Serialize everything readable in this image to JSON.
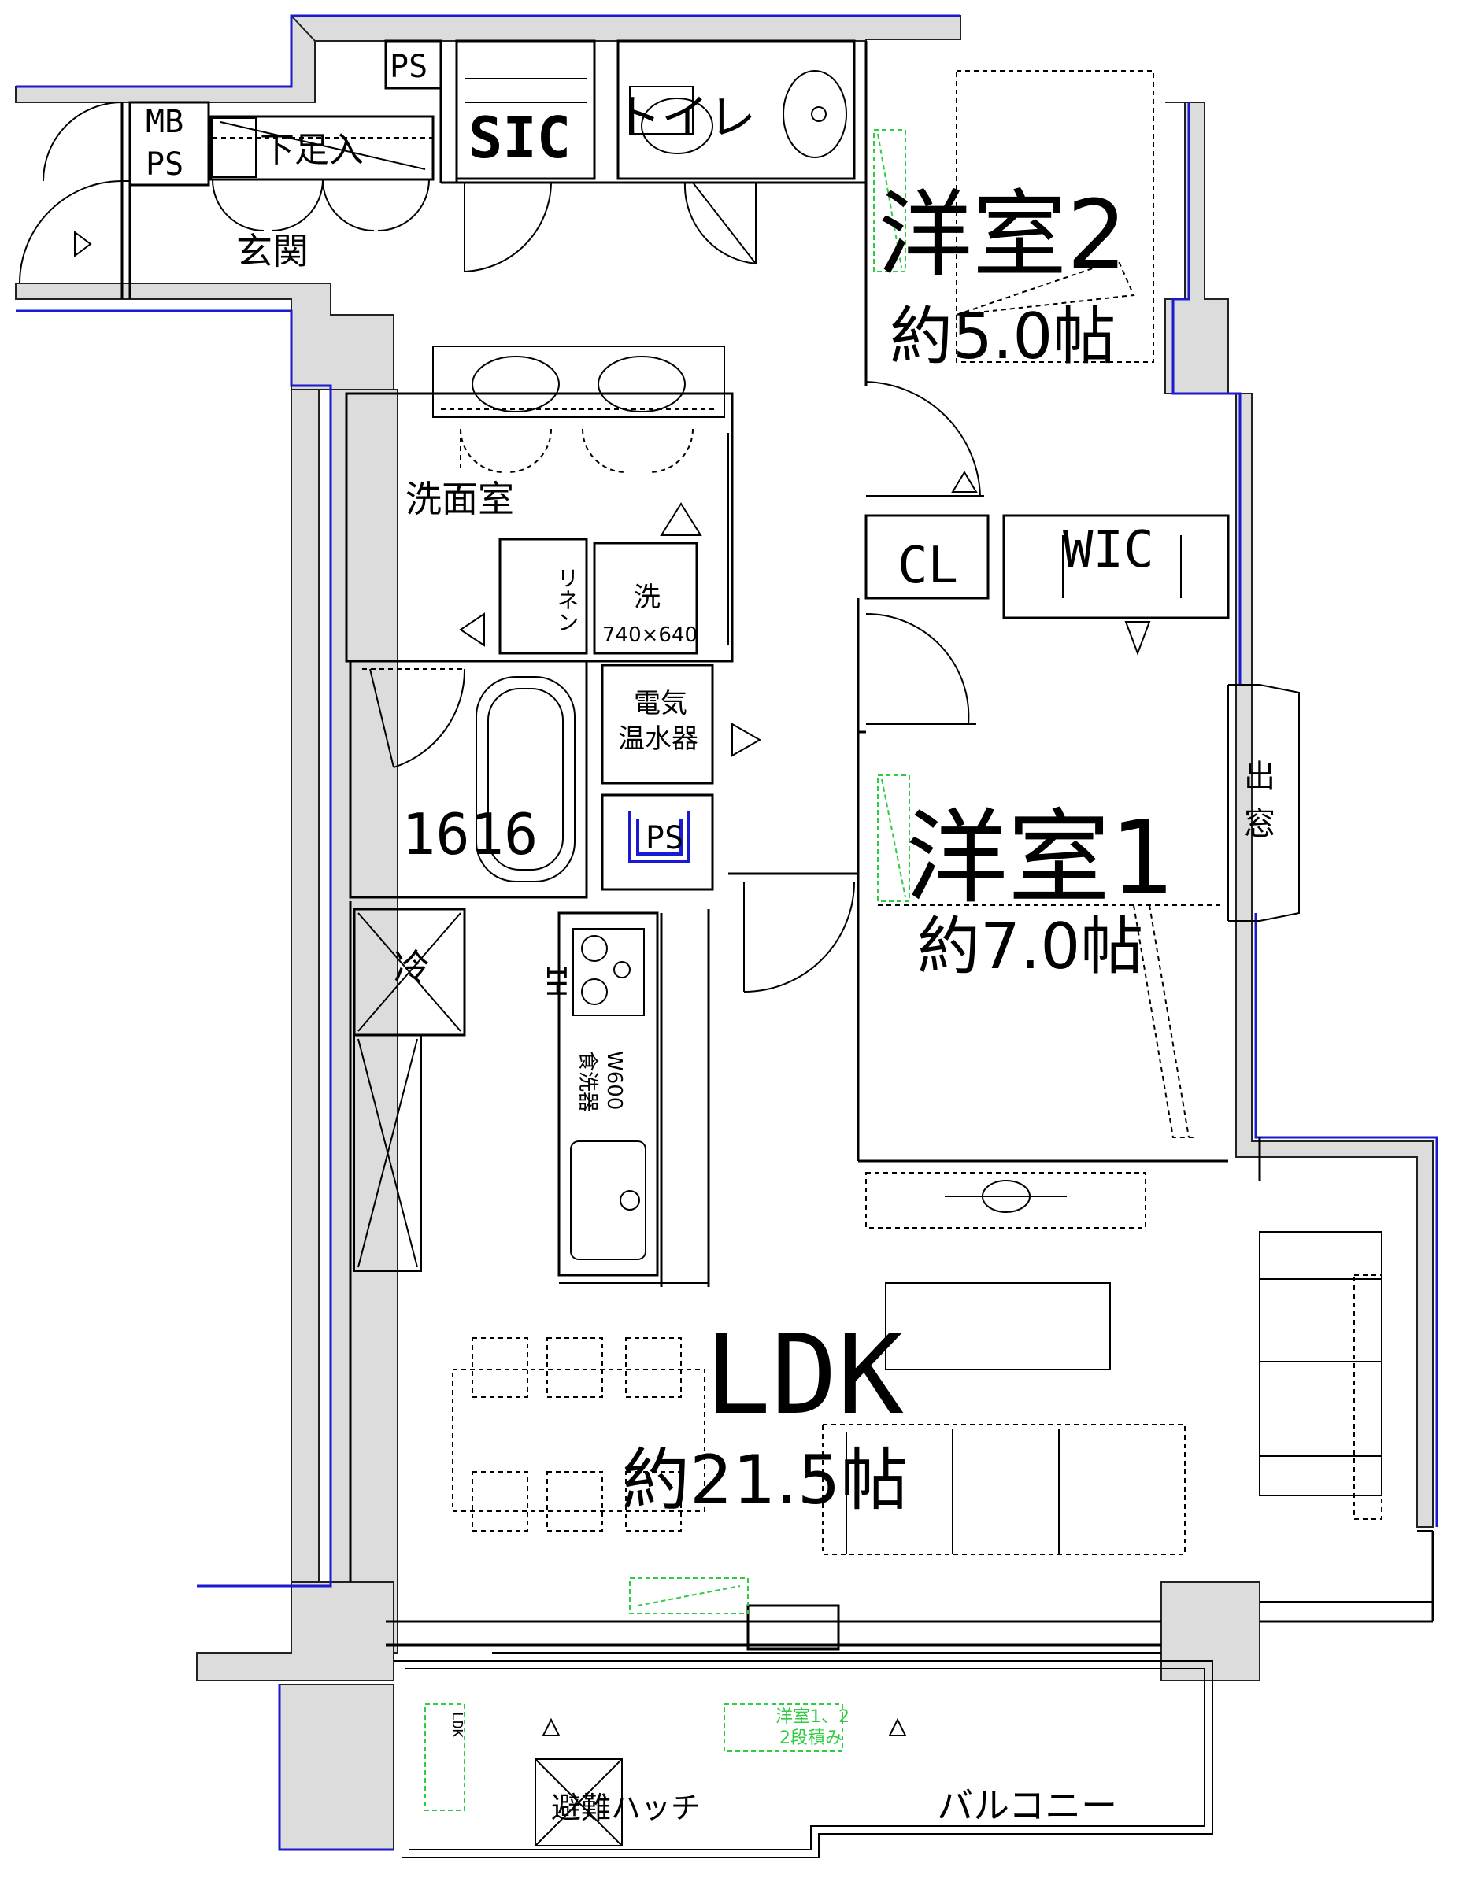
{
  "rooms": {
    "genkan": "玄関",
    "mbps": "MB\nPS",
    "ps_top": "PS",
    "shoes": "下足入",
    "sic": "SIC",
    "toilet": "トイレ",
    "bedroom2_name": "洋室2",
    "bedroom2_size": "約5.0帖",
    "washroom": "洗面室",
    "linen": "リネン",
    "washer": "洗",
    "washer_size": "740×640",
    "cl": "CL",
    "wic": "WIC",
    "water_heater": "電気\n温水器",
    "bath": "1616",
    "ps_mid": "PS",
    "bedroom1_name": "洋室1",
    "bedroom1_size": "約7.0帖",
    "bay_window": "出\n窓",
    "fridge": "冷",
    "ih": "IH",
    "dishwasher": "W600\n食洗器",
    "ldk_name": "LDK",
    "ldk_size": "約21.5帖",
    "hatch": "避難ハッチ",
    "balcony": "バルコニー",
    "ldk_tag": "LDK",
    "ac_tag": "洋室1、2\n2段積み"
  },
  "colors": {
    "exterior_line": "#1a1ad0",
    "wall_fill": "#dcdcdc",
    "ac_marker": "#2ecc40",
    "ink": "#000000"
  }
}
